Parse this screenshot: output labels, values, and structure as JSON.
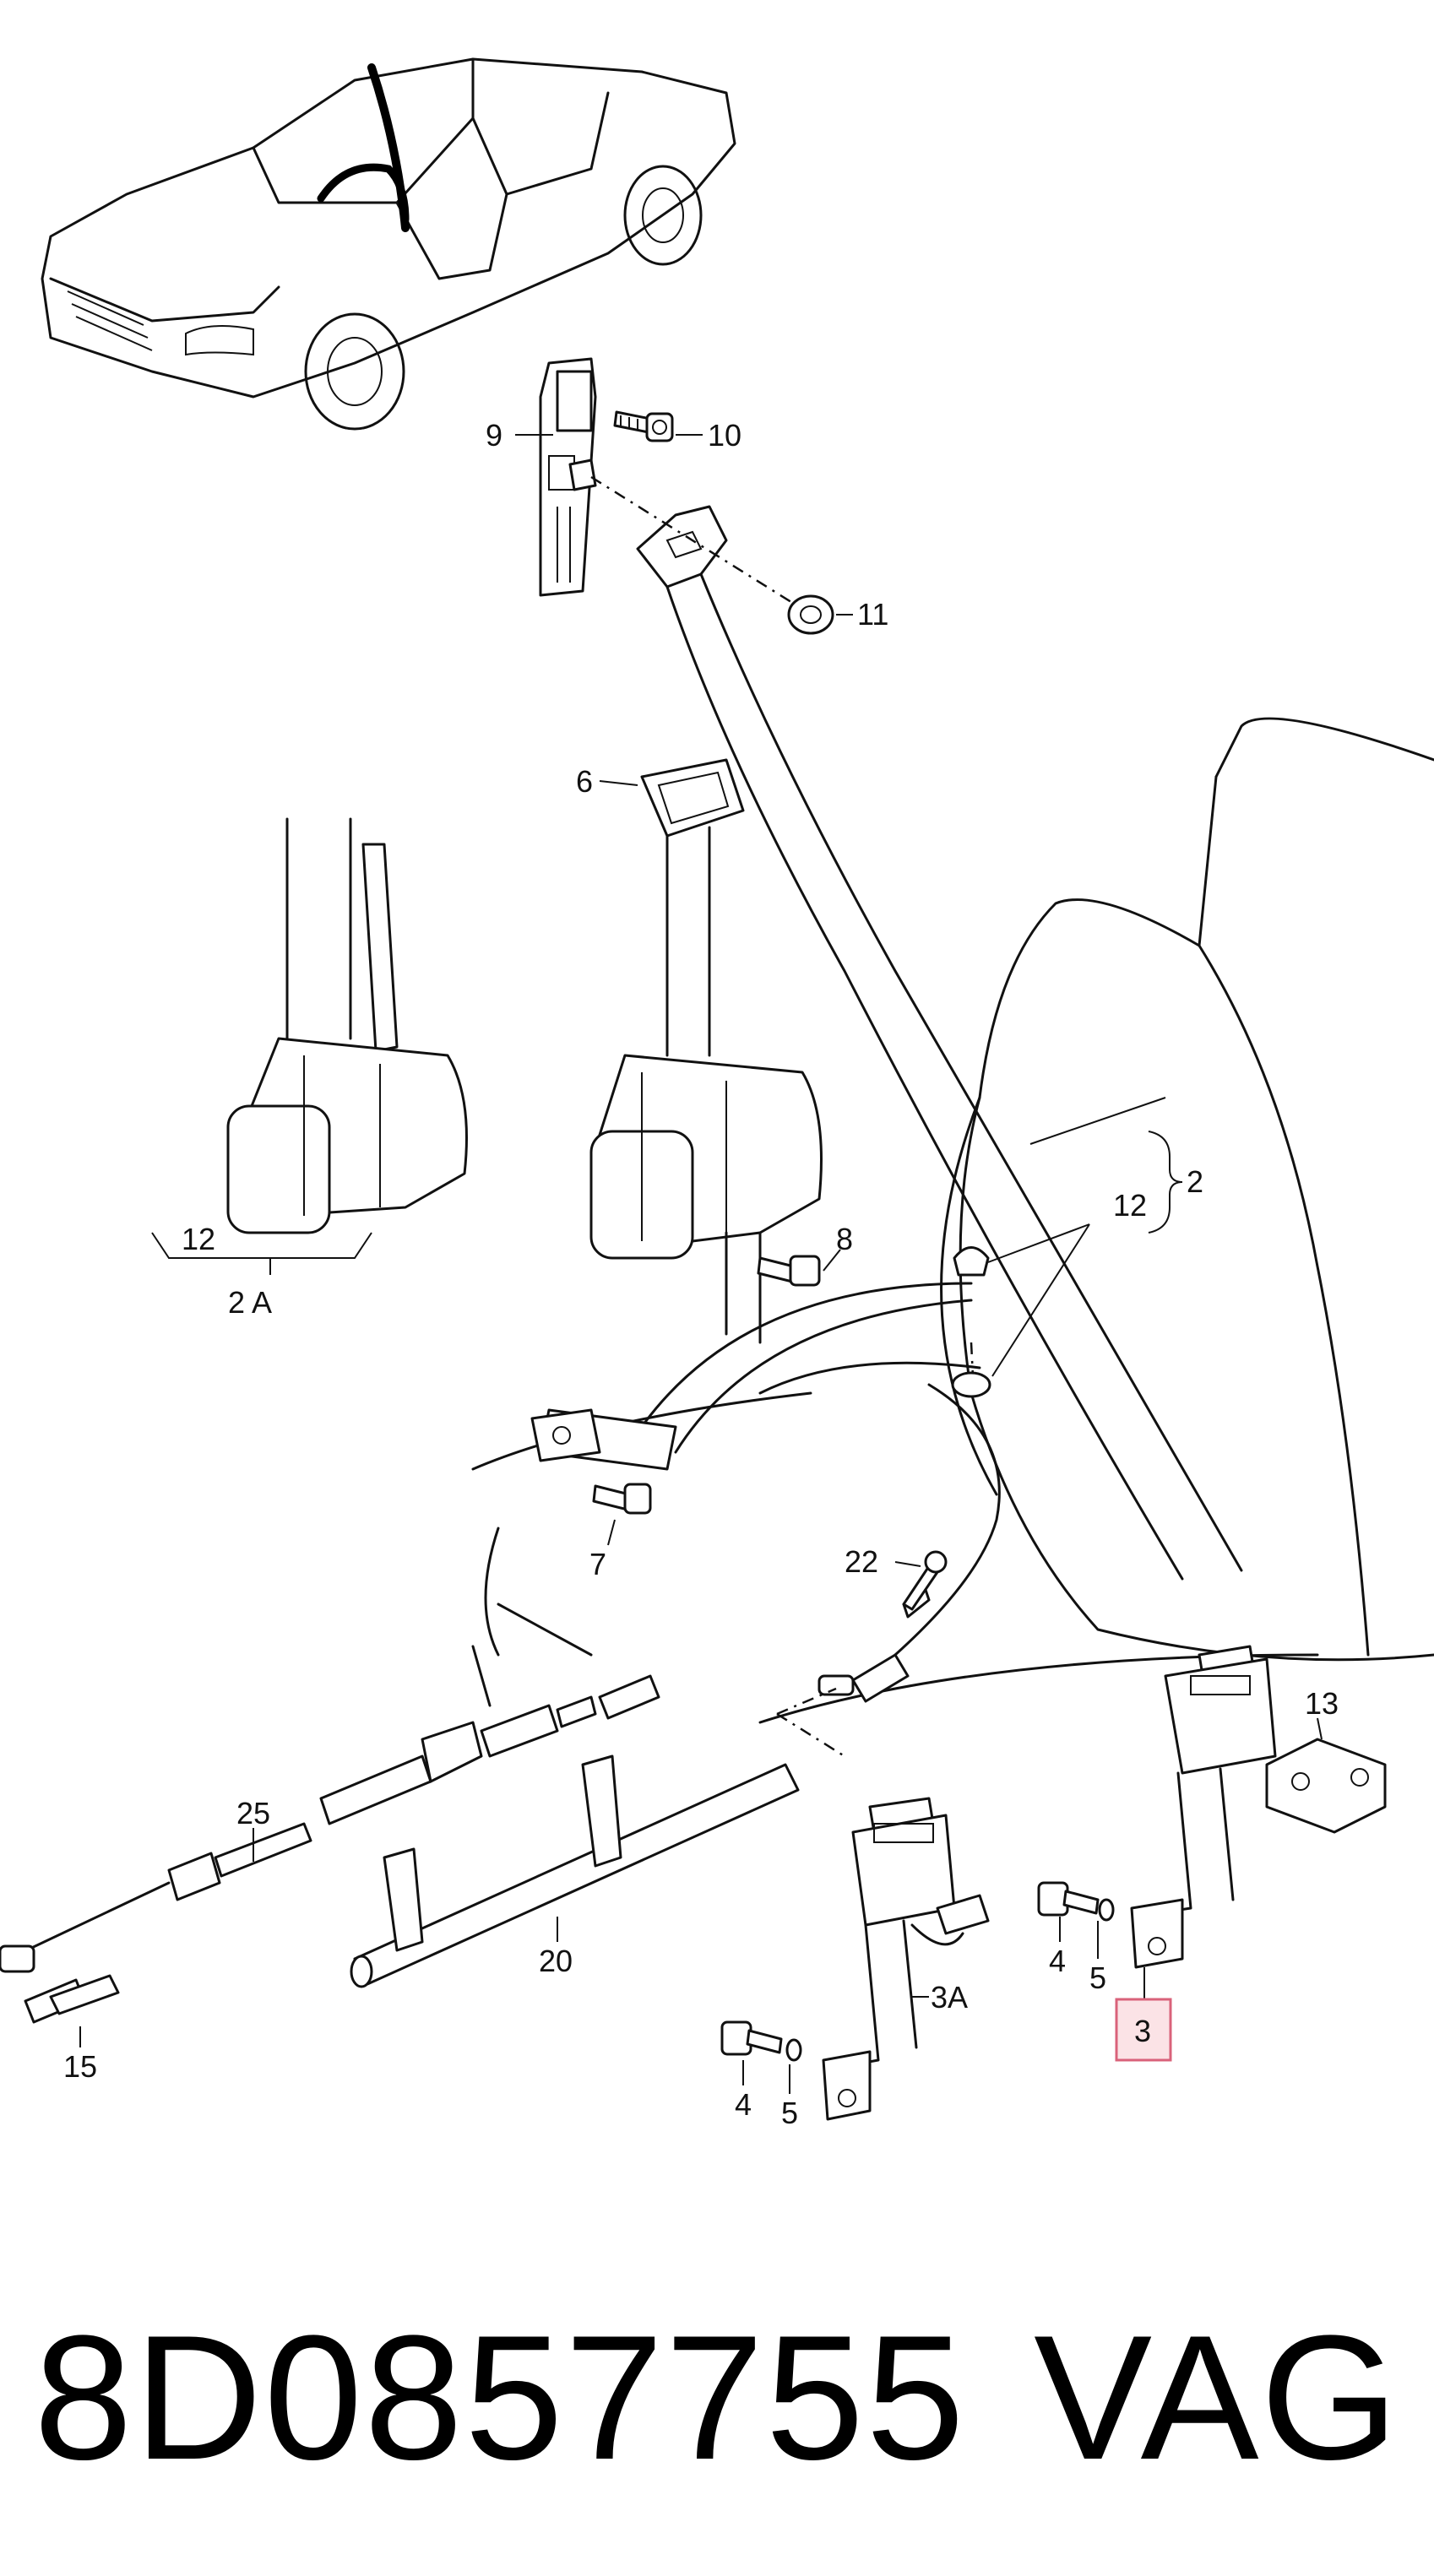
{
  "callouts": [
    {
      "id": "c9",
      "text": "9"
    },
    {
      "id": "c10",
      "text": "10"
    },
    {
      "id": "c11",
      "text": "11"
    },
    {
      "id": "c6",
      "text": "6"
    },
    {
      "id": "c2",
      "text": "2"
    },
    {
      "id": "c12a",
      "text": "12"
    },
    {
      "id": "c12b",
      "text": "12"
    },
    {
      "id": "c2A",
      "text": "2 A"
    },
    {
      "id": "c8",
      "text": "8"
    },
    {
      "id": "c7",
      "text": "7"
    },
    {
      "id": "c22",
      "text": "22"
    },
    {
      "id": "c13",
      "text": "13"
    },
    {
      "id": "c25",
      "text": "25"
    },
    {
      "id": "c20",
      "text": "20"
    },
    {
      "id": "c15",
      "text": "15"
    },
    {
      "id": "c3A",
      "text": "3A"
    },
    {
      "id": "c4a",
      "text": "4"
    },
    {
      "id": "c5a",
      "text": "5"
    },
    {
      "id": "c4b",
      "text": "4"
    },
    {
      "id": "c5b",
      "text": "5"
    },
    {
      "id": "c3",
      "text": "3"
    }
  ],
  "highlight": {
    "label": "3",
    "color": "#d9627a"
  },
  "footer": {
    "part_number": "8D0857755",
    "brand": "VAG"
  }
}
